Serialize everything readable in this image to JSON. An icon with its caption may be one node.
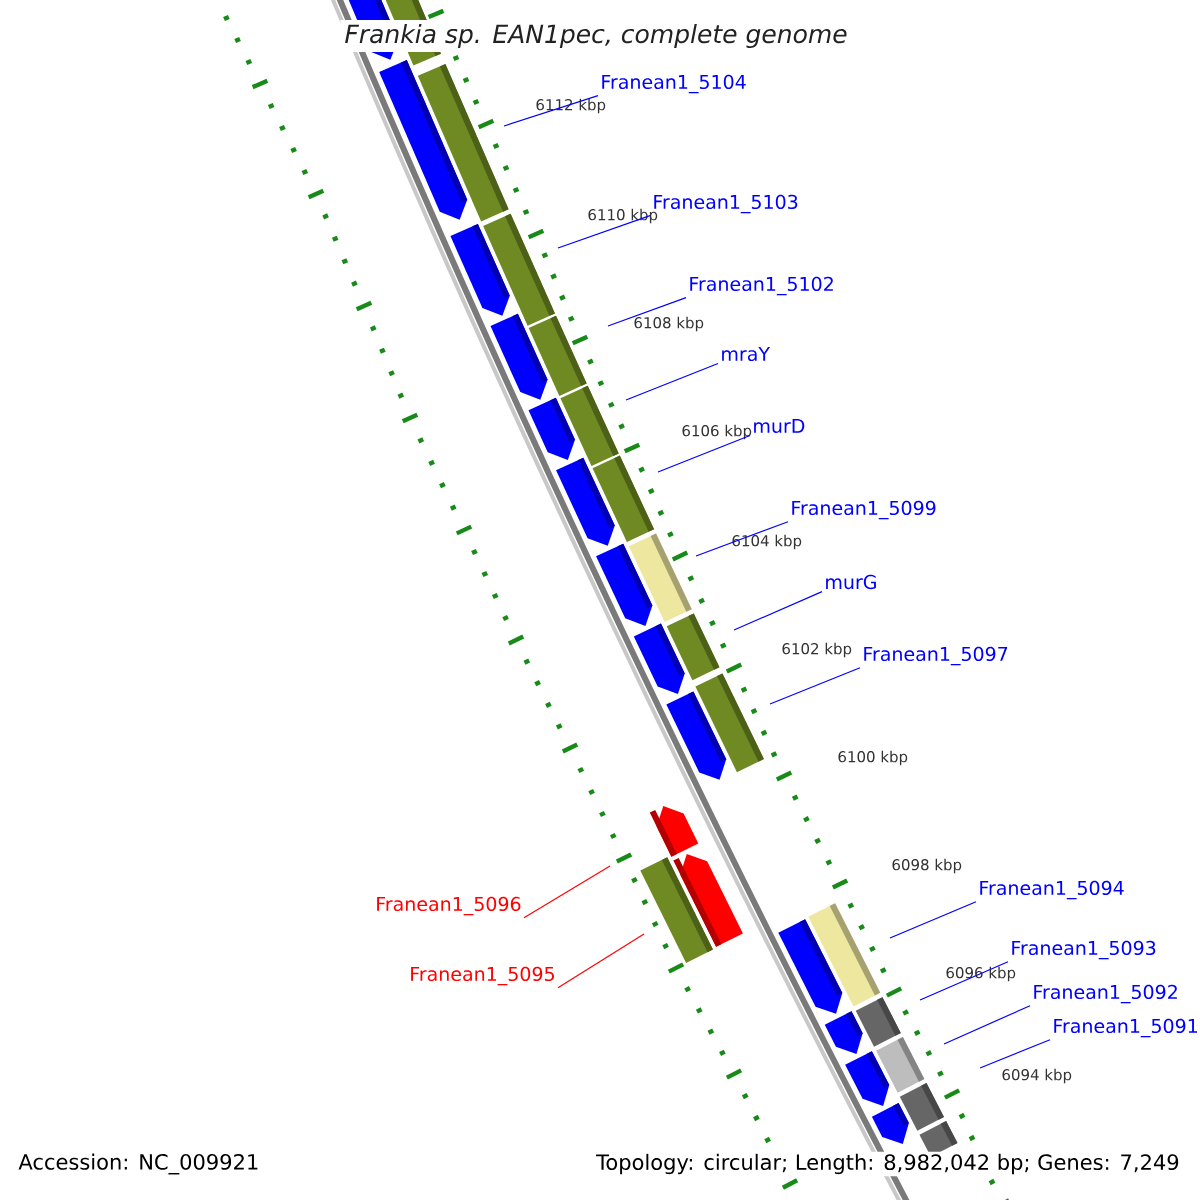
{
  "diagram": {
    "title": "Frankia sp. EAN1pec, complete genome",
    "nodes": [
      {
        "text": [
          "Franean1_5104"
        ]
      },
      {
        "text": [
          "Franean1_5103"
        ]
      },
      {
        "text": [
          "Franean1_5102"
        ]
      },
      {
        "text": [
          "mraY"
        ]
      },
      {
        "text": [
          "murD"
        ]
      },
      {
        "text": [
          "Franean1_5099"
        ]
      },
      {
        "text": [
          "murG"
        ]
      },
      {
        "text": [
          "Franean1_5097"
        ]
      },
      {
        "text": [
          "Franean1_5096"
        ]
      },
      {
        "text": [
          "Franean1_5095"
        ]
      },
      {
        "text": [
          "Franean1_5094"
        ]
      },
      {
        "text": [
          "Franean1_5093"
        ]
      },
      {
        "text": [
          "Franean1_5092"
        ]
      },
      {
        "text": [
          "Franean1_5091"
        ]
      }
    ],
    "edges": [
      {
        "from": 0,
        "to": null,
        "arrow": "none"
      },
      {
        "from": 1,
        "to": null,
        "arrow": "none"
      },
      {
        "from": 2,
        "to": null,
        "arrow": "none"
      },
      {
        "from": 3,
        "to": null,
        "arrow": "none"
      },
      {
        "from": 4,
        "to": null,
        "arrow": "none"
      },
      {
        "from": 5,
        "to": null,
        "arrow": "none"
      },
      {
        "from": 6,
        "to": null,
        "arrow": "none"
      },
      {
        "from": 7,
        "to": null,
        "arrow": "none"
      },
      {
        "from": 8,
        "to": null,
        "arrow": "none",
        "color": "#ff0000"
      },
      {
        "from": 9,
        "to": null,
        "arrow": "none",
        "color": "#ff0000"
      },
      {
        "from": 10,
        "to": null,
        "arrow": "none"
      },
      {
        "from": 11,
        "to": null,
        "arrow": "none"
      },
      {
        "from": 12,
        "to": null,
        "arrow": "none"
      },
      {
        "from": 13,
        "to": null,
        "arrow": "none"
      }
    ],
    "labels": [
      "6112 kbp",
      "6110 kbp",
      "6108 kbp",
      "6106 kbp",
      "6104 kbp",
      "6102 kbp",
      "6100 kbp",
      "6098 kbp",
      "6096 kbp",
      "6094 kbp",
      "Accession: NC_009921",
      "Topology: circular; Length: 8,982,042 bp; Genes: 7,249"
    ]
  }
}
